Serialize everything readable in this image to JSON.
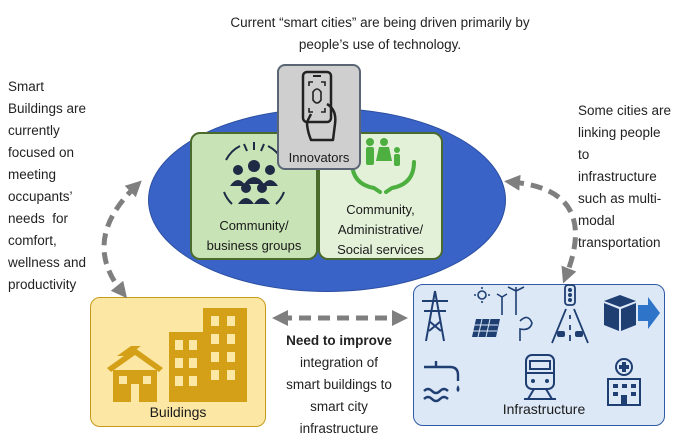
{
  "top_text": {
    "line1": "Current “smart cities” are being driven primarily by",
    "line2": "people’s use of technology."
  },
  "left_text": [
    "Smart",
    "Buildings are",
    "currently",
    "focused on",
    "meeting",
    "occupants’",
    "needs  for",
    "comfort,",
    "wellness and",
    "productivity"
  ],
  "right_text": [
    "Some cities are",
    "linking people",
    "to",
    "infrastructure",
    "such as multi-",
    "modal",
    "transportation"
  ],
  "innovators": {
    "label": "Innovators"
  },
  "community": {
    "line1": "Community/",
    "line2": "business groups"
  },
  "services": {
    "line1": "Community,",
    "line2": "Administrative/",
    "line3": "Social services"
  },
  "buildings": {
    "label": "Buildings"
  },
  "infrastructure": {
    "label": "Infrastructure"
  },
  "center_text": {
    "bold": "Need to improve",
    "lines": [
      "integration of",
      "smart buildings to",
      "smart city",
      "infrastructure"
    ]
  },
  "colors": {
    "ellipse": "#3a63c8",
    "green_box": "#c8e3b6",
    "buildings_box": "#fce7a5",
    "infrastructure_box": "#dce8f6",
    "arrow": "#7f7f7f",
    "icon_dark": "#1f2a44",
    "icon_green": "#4caf3f"
  }
}
